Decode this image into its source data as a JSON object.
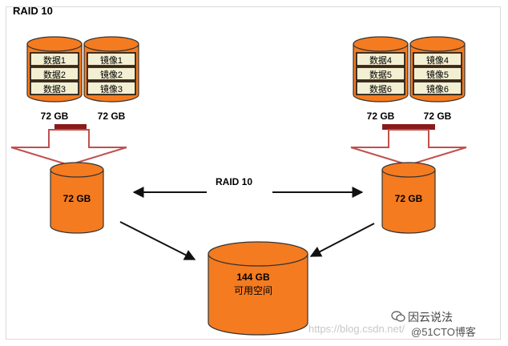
{
  "title": "RAID 10",
  "center_label": "RAID 10",
  "left_group": {
    "disk_a_rows": [
      "数据1",
      "数据2",
      "数据3"
    ],
    "disk_b_rows": [
      "镜像1",
      "镜像2",
      "镜像3"
    ],
    "disk_a_size": "72 GB",
    "disk_b_size": "72 GB",
    "combined_size": "72 GB"
  },
  "right_group": {
    "disk_a_rows": [
      "数据4",
      "数据5",
      "数据6"
    ],
    "disk_b_rows": [
      "镜像4",
      "镜像5",
      "镜像6"
    ],
    "disk_a_size": "72 GB",
    "disk_b_size": "72 GB",
    "combined_size": "72 GB"
  },
  "total": {
    "size": "144 GB",
    "label": "可用空间"
  },
  "watermark": {
    "url": "https://blog.csdn.net/",
    "wechat": "因云说法",
    "blog": "@51CTO博客"
  },
  "colors": {
    "disk_orange": "#f47b20",
    "disk_outline": "#333333",
    "row_fill": "#f3efd2",
    "arrow_fill": "#ffffff",
    "arrow_outline": "#c0504d",
    "bar_fill": "#8b1a1a"
  }
}
